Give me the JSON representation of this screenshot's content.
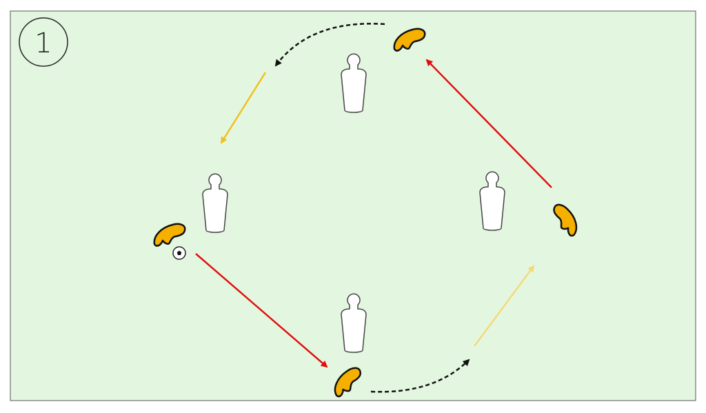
{
  "diagram": {
    "step_number": "1",
    "colors": {
      "field": "#e3f7e0",
      "border": "#555555",
      "player": "#f5b000",
      "pass_red": "#e01010",
      "run_yellow": "#f0c020",
      "run_light_yellow": "#f5d878",
      "dribble_black": "#111111",
      "mannequin": "#ffffff"
    },
    "elements": {
      "players": 4,
      "mannequins": 4,
      "balls": 1,
      "passes": 2,
      "runs": 2,
      "dribbles": 2
    }
  }
}
